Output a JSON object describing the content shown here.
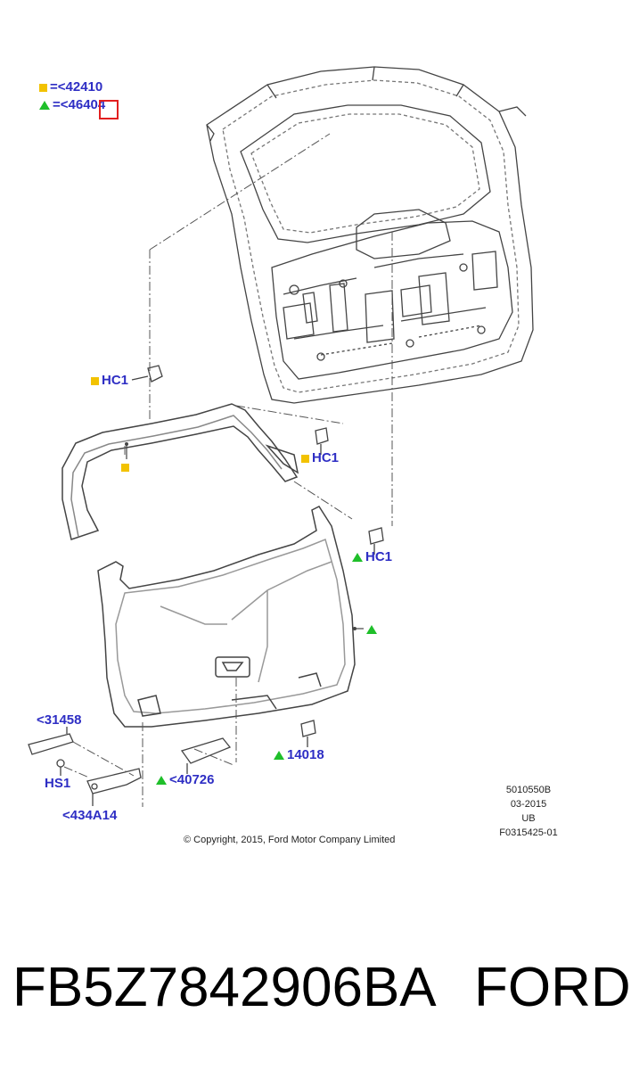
{
  "colors": {
    "label": "#2e2ec4",
    "square_marker": "#f2c200",
    "triangle_marker": "#1fbf2a",
    "line": "#444444",
    "highlight": "#e21f1f"
  },
  "legend": {
    "square_eq": "=",
    "square_code": "<42410",
    "triangle_eq": "=",
    "triangle_code": "<46404"
  },
  "callouts": {
    "hc1_top": "HC1",
    "hc1_right": "HC1",
    "hc1_lower": "HC1",
    "p31458": "<31458",
    "hs1": "HS1",
    "p434a14": "<434A14",
    "p40726": "<40726",
    "p14018": "14018"
  },
  "info_block": {
    "line1": "5010550B",
    "line2": "03-2015",
    "line3": "UB",
    "line4": "F0315425-01"
  },
  "copyright": "© Copyright, 2015, Ford Motor Company Limited",
  "footer": {
    "part_number": "FB5Z7842906BA",
    "brand": "FORD"
  }
}
